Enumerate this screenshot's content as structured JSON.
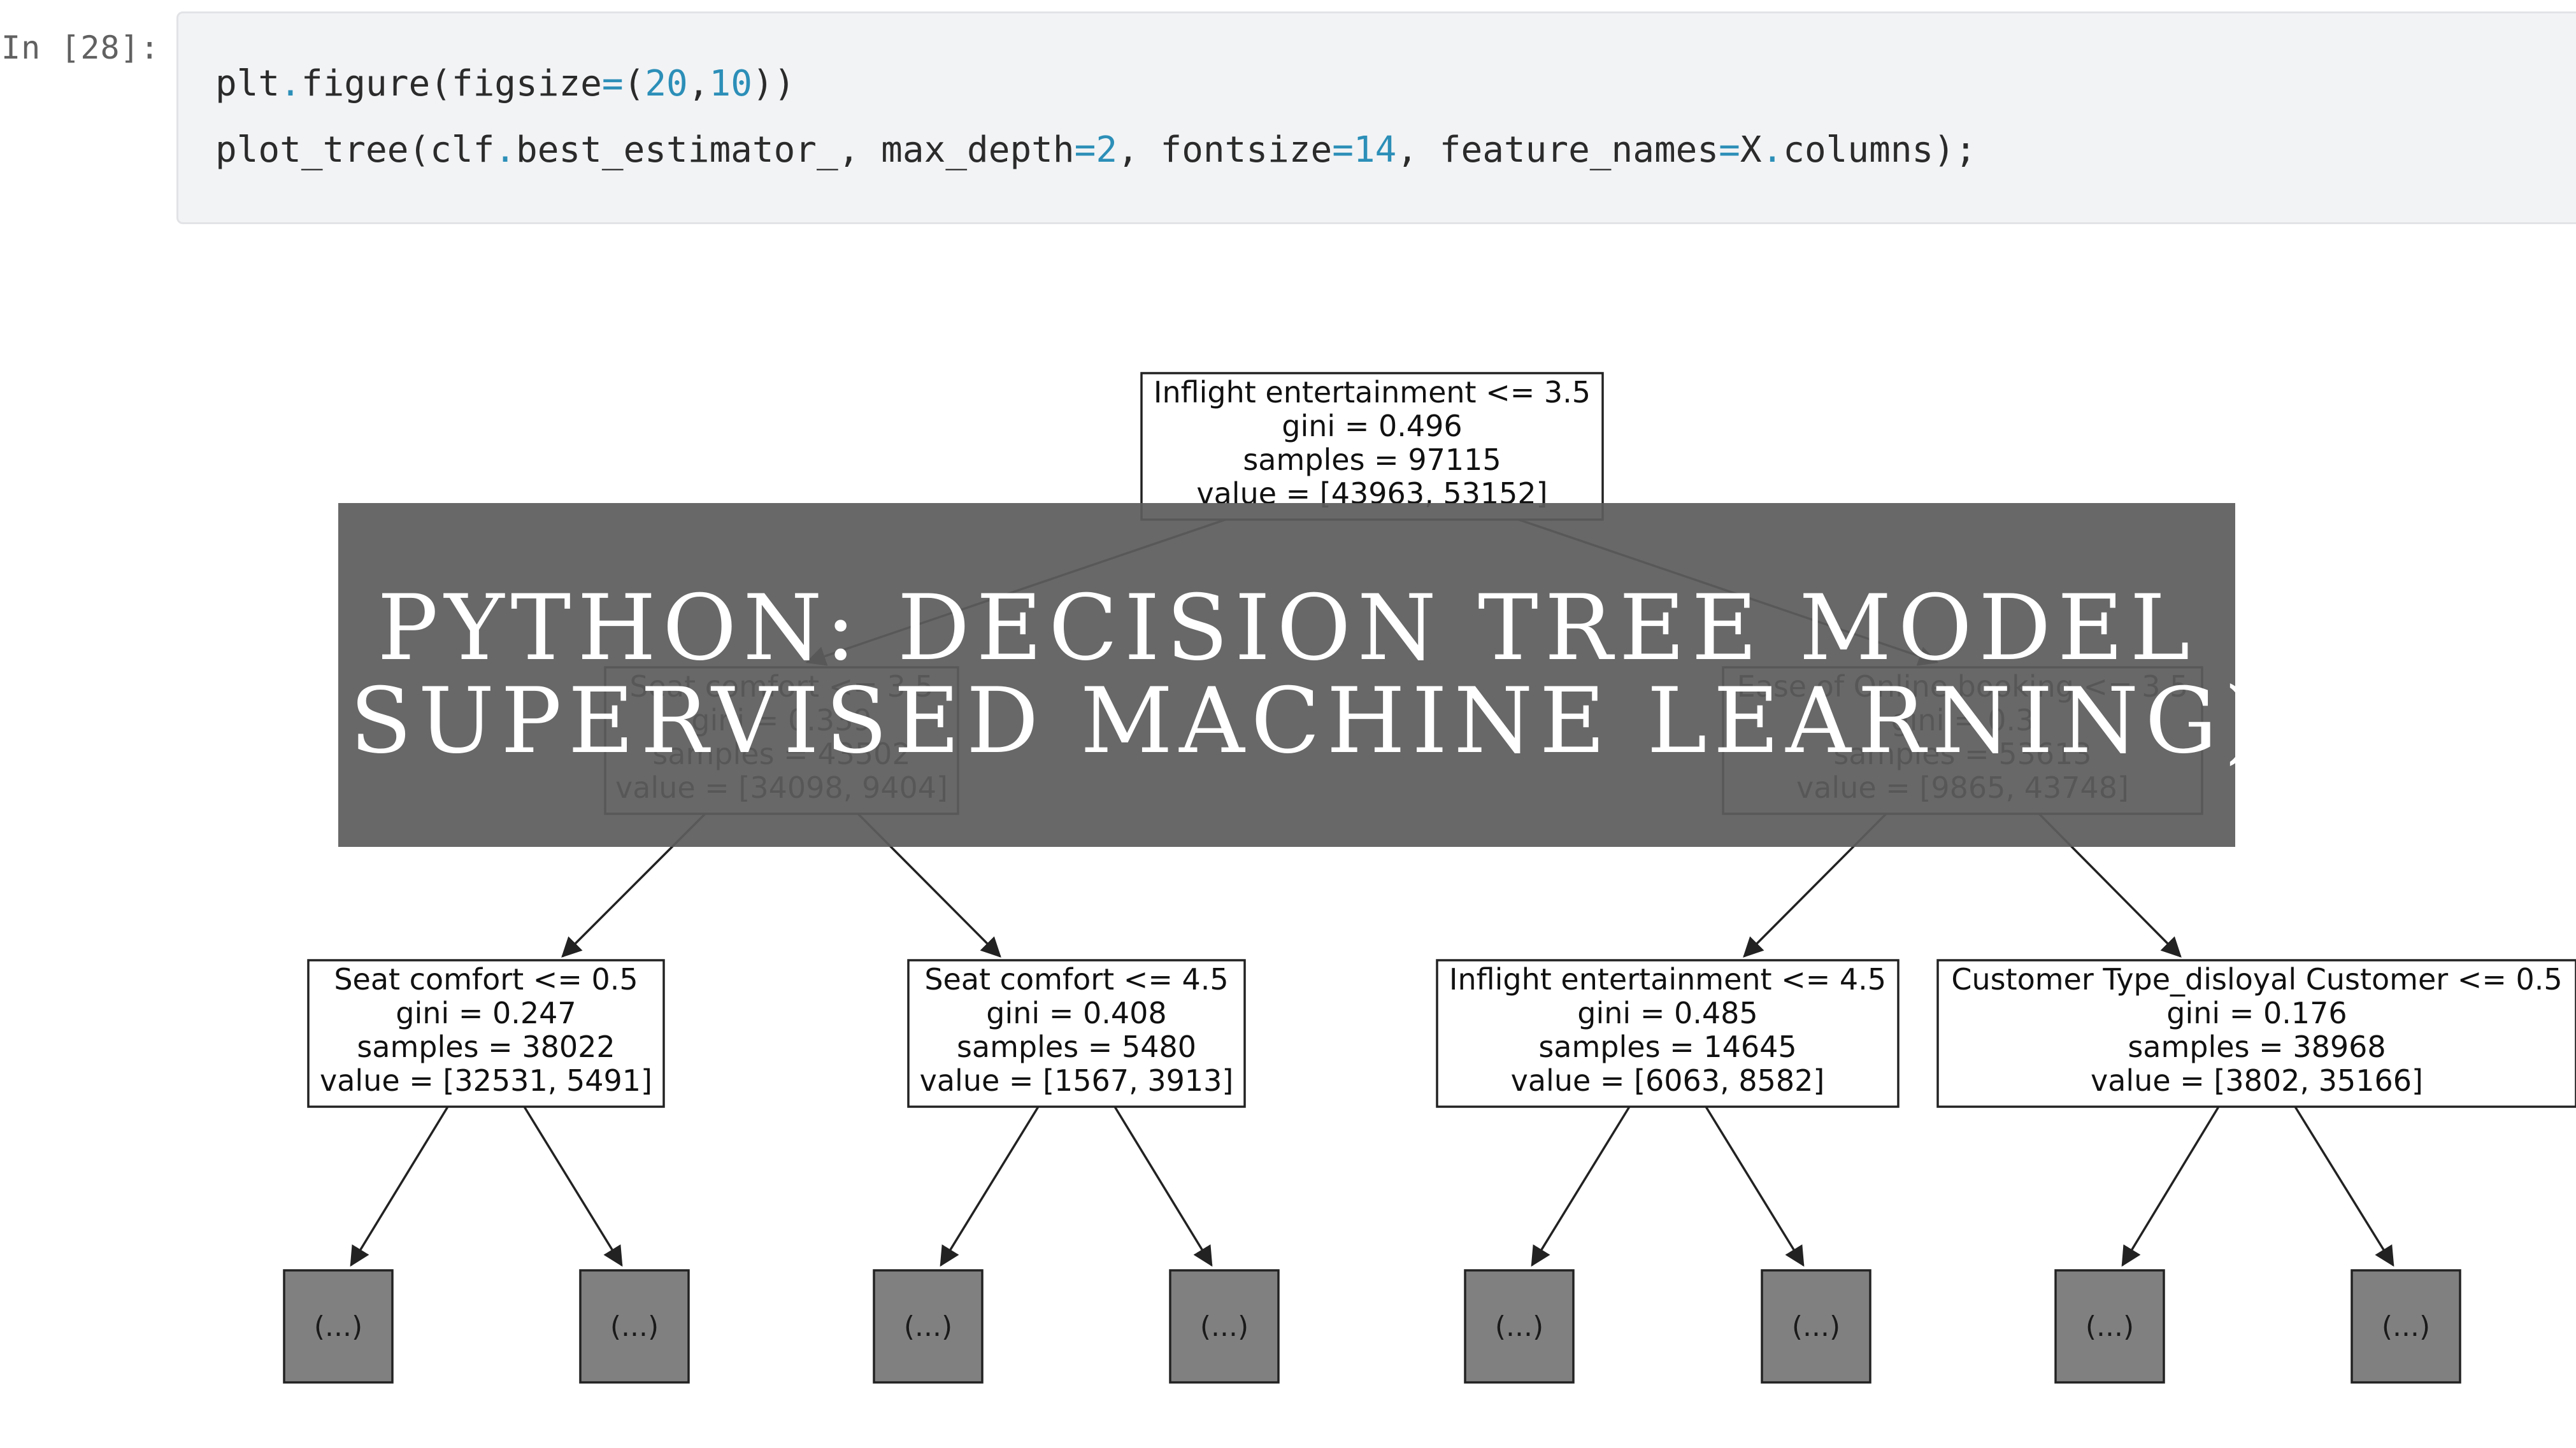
{
  "notebook": {
    "prompt": "In [28]:",
    "code": {
      "line1": {
        "a": "plt",
        "dot": ".",
        "b": "figure(figsize",
        "eq": "=",
        "c": "(",
        "n1": "20",
        "d": ",",
        "n2": "10",
        "e": "))"
      },
      "line2": {
        "a": "plot_tree(clf",
        "dot1": ".",
        "b": "best_estimator_, max_depth",
        "eq1": "=",
        "n1": "2",
        "c": ", fontsize",
        "eq2": "=",
        "n2": "14",
        "d": ", feature_names",
        "eq3": "=",
        "e": "X",
        "dot2": ".",
        "f": "columns);"
      }
    }
  },
  "tree": {
    "nodes": [
      {
        "id": "root",
        "lines": [
          "Inflight entertainment <= 3.5",
          "gini = 0.496",
          "samples = 97115",
          "value = [43963, 53152]"
        ]
      },
      {
        "id": "l",
        "lines": [
          "Seat comfort <= 3.5",
          "gini = 0.339",
          "samples = 43502",
          "value = [34098, 9404]"
        ]
      },
      {
        "id": "r",
        "lines": [
          "Ease of Online booking <= 3.5",
          "gini = 0.3",
          "samples = 53613",
          "value = [9865, 43748]"
        ]
      },
      {
        "id": "ll",
        "lines": [
          "Seat comfort <= 0.5",
          "gini = 0.247",
          "samples = 38022",
          "value = [32531, 5491]"
        ]
      },
      {
        "id": "lr",
        "lines": [
          "Seat comfort <= 4.5",
          "gini = 0.408",
          "samples = 5480",
          "value = [1567, 3913]"
        ]
      },
      {
        "id": "rl",
        "lines": [
          "Inflight entertainment <= 4.5",
          "gini = 0.485",
          "samples = 14645",
          "value = [6063, 8582]"
        ]
      },
      {
        "id": "rr",
        "lines": [
          "Customer Type_disloyal Customer <= 0.5",
          "gini = 0.176",
          "samples = 38968",
          "value = [3802, 35166]"
        ]
      }
    ],
    "leaf_label": "(...)",
    "leaf_color": "#808080"
  },
  "banner": {
    "line1": "PYTHON: DECISION TREE MODEL",
    "line2": "(SUPERVISED MACHINE LEARNING)"
  }
}
